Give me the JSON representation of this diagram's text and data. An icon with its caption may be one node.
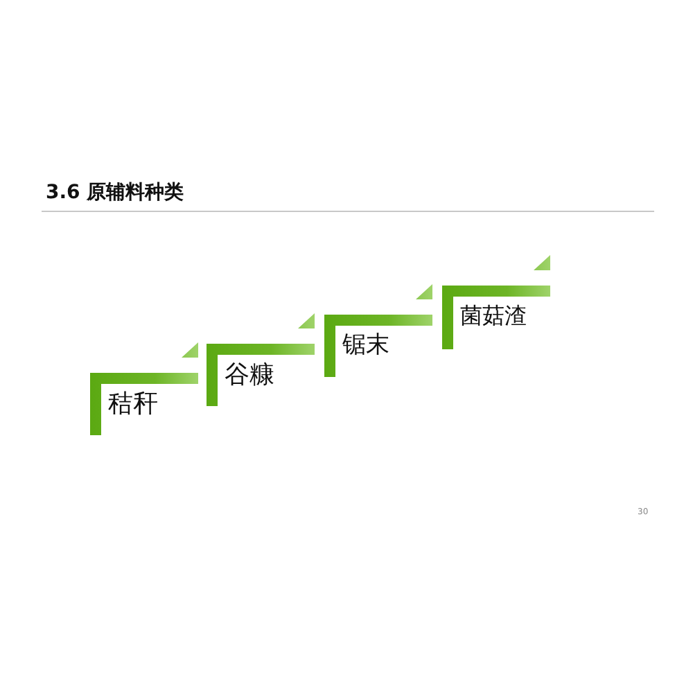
{
  "diagram": {
    "title": "3.6 原辅料种类",
    "nodes": [
      {
        "text": [
          "秸秆"
        ]
      },
      {
        "text": [
          "谷糠"
        ]
      },
      {
        "text": [
          "锯末"
        ]
      },
      {
        "text": [
          "菌菇渣"
        ]
      }
    ],
    "labels": [
      "30"
    ]
  }
}
